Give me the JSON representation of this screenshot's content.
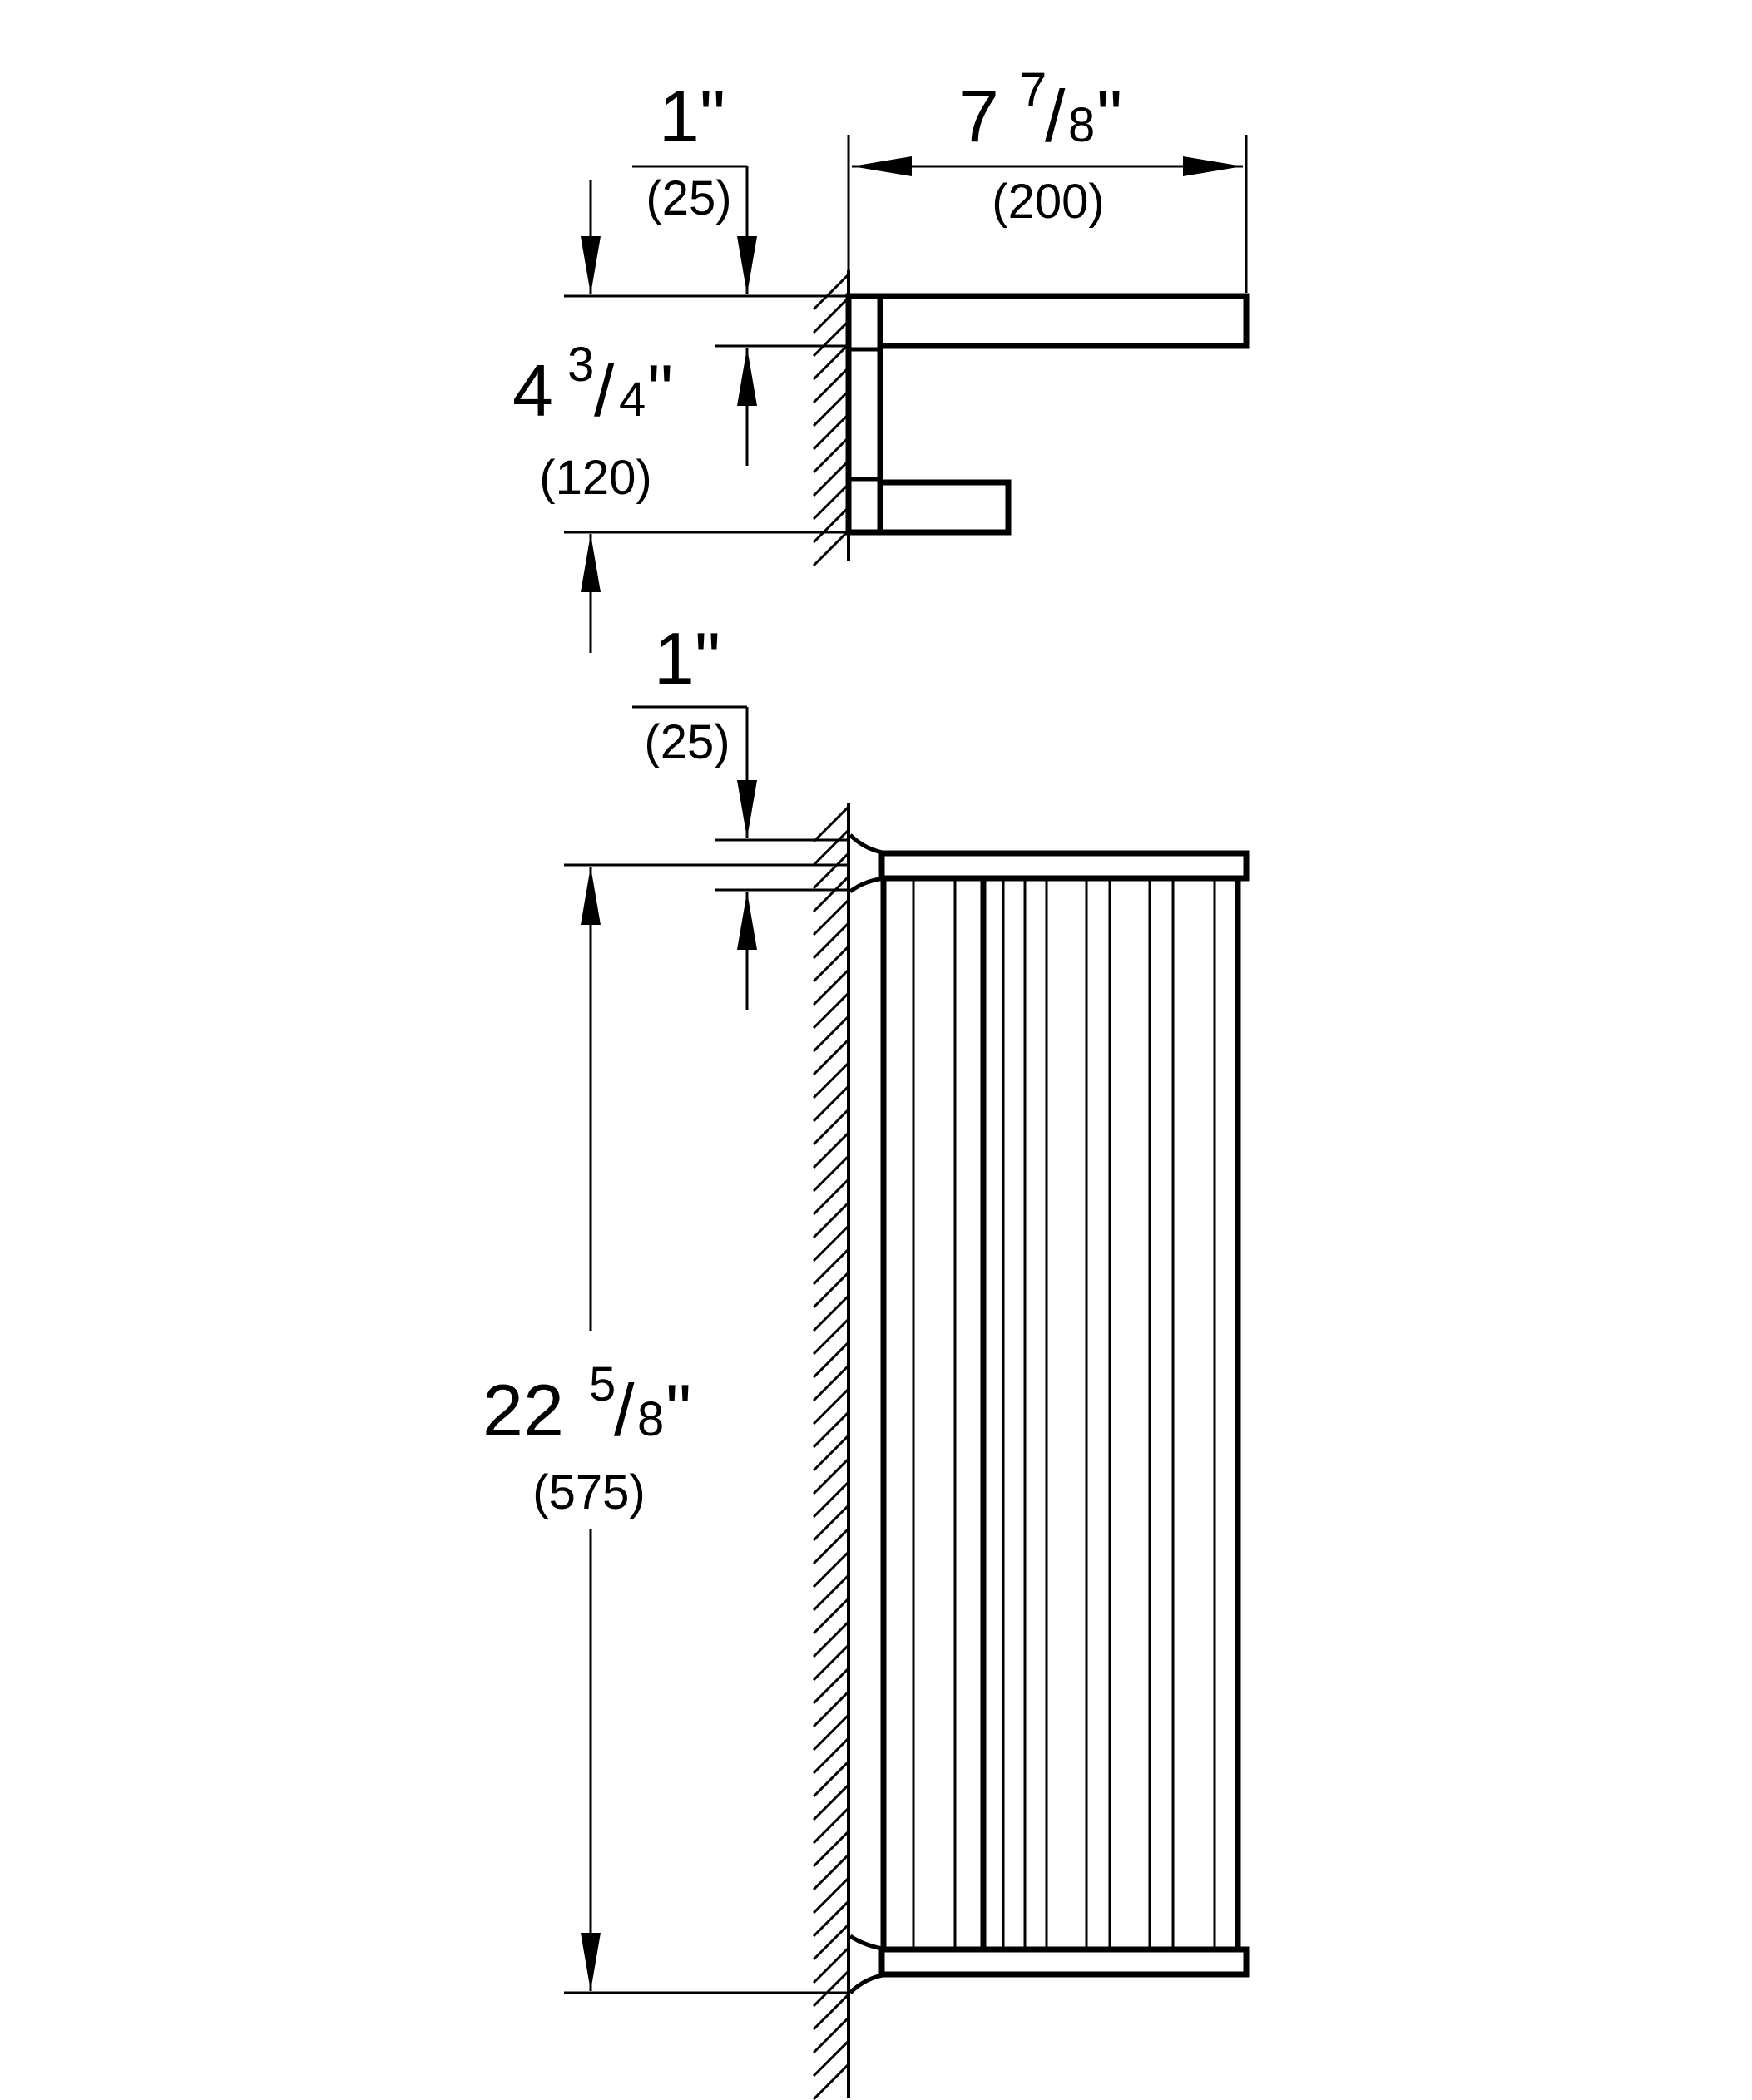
{
  "dimensions": {
    "top_offset": {
      "imperial": "1\"",
      "metric": "(25)"
    },
    "depth": {
      "whole": "7",
      "num": "7",
      "den": "8",
      "metric": "(200)"
    },
    "height": {
      "whole": "4",
      "num": "3",
      "den": "4",
      "metric": "(120)"
    },
    "front_offset": {
      "imperial": "1\"",
      "metric": "(25)"
    },
    "length": {
      "whole": "22",
      "num": "5",
      "den": "8",
      "metric": "(575)"
    }
  },
  "colors": {
    "line": "#000000",
    "background": "#ffffff"
  }
}
